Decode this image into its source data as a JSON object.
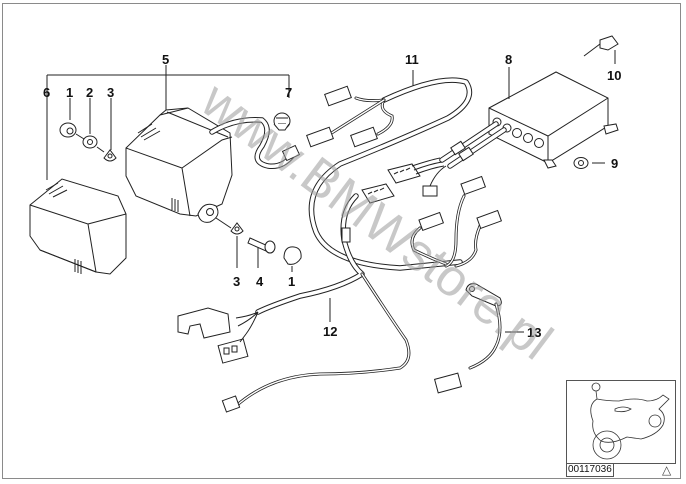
{
  "diagram": {
    "type": "exploded-parts-diagram",
    "subject": "motorcycle alarm system wiring and components",
    "callouts": [
      {
        "id": "callout-1a",
        "label": "1",
        "part": "nut"
      },
      {
        "id": "callout-2",
        "label": "2",
        "part": "washer"
      },
      {
        "id": "callout-3a",
        "label": "3",
        "part": "clip"
      },
      {
        "id": "callout-5",
        "label": "5",
        "part": "siren housing"
      },
      {
        "id": "callout-6",
        "label": "6",
        "part": "cover"
      },
      {
        "id": "callout-7",
        "label": "7",
        "part": "bulb socket"
      },
      {
        "id": "callout-3b",
        "label": "3",
        "part": "clip"
      },
      {
        "id": "callout-4",
        "label": "4",
        "part": "screw"
      },
      {
        "id": "callout-1b",
        "label": "1",
        "part": "cap nut"
      },
      {
        "id": "callout-8",
        "label": "8",
        "part": "control unit"
      },
      {
        "id": "callout-9",
        "label": "9",
        "part": "nut"
      },
      {
        "id": "callout-10",
        "label": "10",
        "part": "sensor plug"
      },
      {
        "id": "callout-11",
        "label": "11",
        "part": "wiring harness"
      },
      {
        "id": "callout-12",
        "label": "12",
        "part": "wiring harness"
      },
      {
        "id": "callout-13",
        "label": "13",
        "part": "ground cable"
      }
    ],
    "watermark": "www.BMWstore.pl",
    "thumbnail": {
      "description": "motorcycle silhouette",
      "diagram_number": "00117036",
      "icon": "triangle-icon"
    }
  }
}
